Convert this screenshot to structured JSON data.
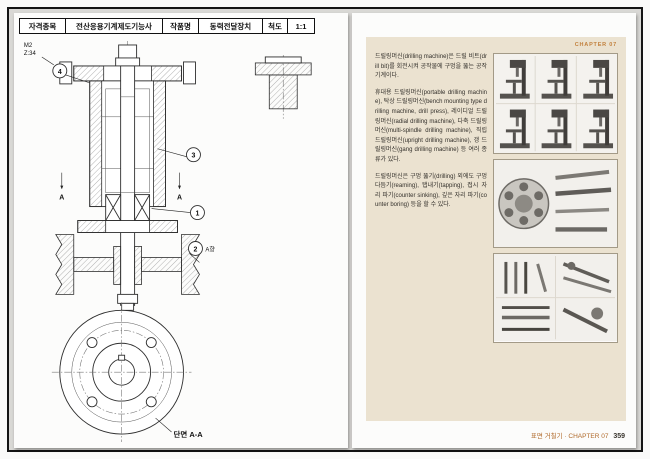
{
  "left_page": {
    "title_block": {
      "cells": [
        {
          "label": "자격종목"
        },
        {
          "label": "전산응용기계제도기능사"
        },
        {
          "label": "작품명"
        },
        {
          "label": "동력전달장치"
        },
        {
          "label": "척도"
        },
        {
          "label": "1:1"
        }
      ]
    },
    "drawing": {
      "balloons": [
        "1",
        "2",
        "3",
        "4"
      ],
      "gear_note_line1": "M2",
      "gear_note_line2": "Z:34",
      "view_label": "A향",
      "arrow_label": "A",
      "section_label": "단면 A-A"
    }
  },
  "right_page": {
    "running_header": "CHAPTER 07",
    "paragraphs": [
      "드릴링머신(drilling machine)은 드릴 비트(drill bit)를 회전시켜 공작물에 구멍을 뚫는 공작기계이다.",
      "휴대용 드릴링머신(portable drilling machine), 탁상 드릴링머신(bench mounting type drilling machine, drill press), 레이디얼 드릴링머신(radial drilling machine), 다축 드릴링머신(multi-spindle drilling machine), 직립 드릴링머신(upright drilling machine), 갱 드릴링머신(gang drilling machine) 등 여러 종류가 있다.",
      "드릴링머신은 구멍 뚫기(drilling) 외에도 구멍 다듬기(reaming), 탭내기(tapping), 접시 자리 파기(counter sinking), 깊은 자리 파기(counter boring) 등을 할 수 있다."
    ],
    "photos": [
      {
        "name": "drilling-machine-types"
      },
      {
        "name": "drill-chuck-and-bits"
      },
      {
        "name": "taps-and-reamers"
      }
    ],
    "footer": {
      "chapter": "표면 거칠기 · CHAPTER 07",
      "page": "359"
    }
  }
}
